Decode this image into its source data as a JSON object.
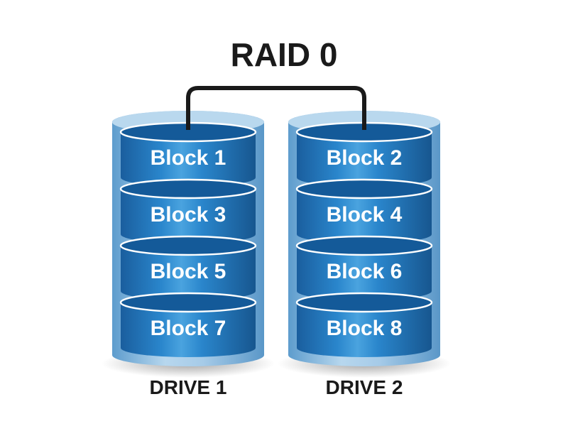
{
  "title": "RAID 0",
  "drives": [
    {
      "label": "DRIVE 1",
      "blocks": [
        "Block 1",
        "Block 3",
        "Block 5",
        "Block 7"
      ]
    },
    {
      "label": "DRIVE 2",
      "blocks": [
        "Block 2",
        "Block 4",
        "Block 6",
        "Block 8"
      ]
    }
  ],
  "colors": {
    "outer_cylinder": "#9cc3e0",
    "block_side": "#1f6fb5",
    "block_top": "#145a99",
    "block_rim": "#ffffff",
    "connector": "#1a1a1a",
    "text_dark": "#1a1a1a",
    "text_light": "#ffffff"
  }
}
